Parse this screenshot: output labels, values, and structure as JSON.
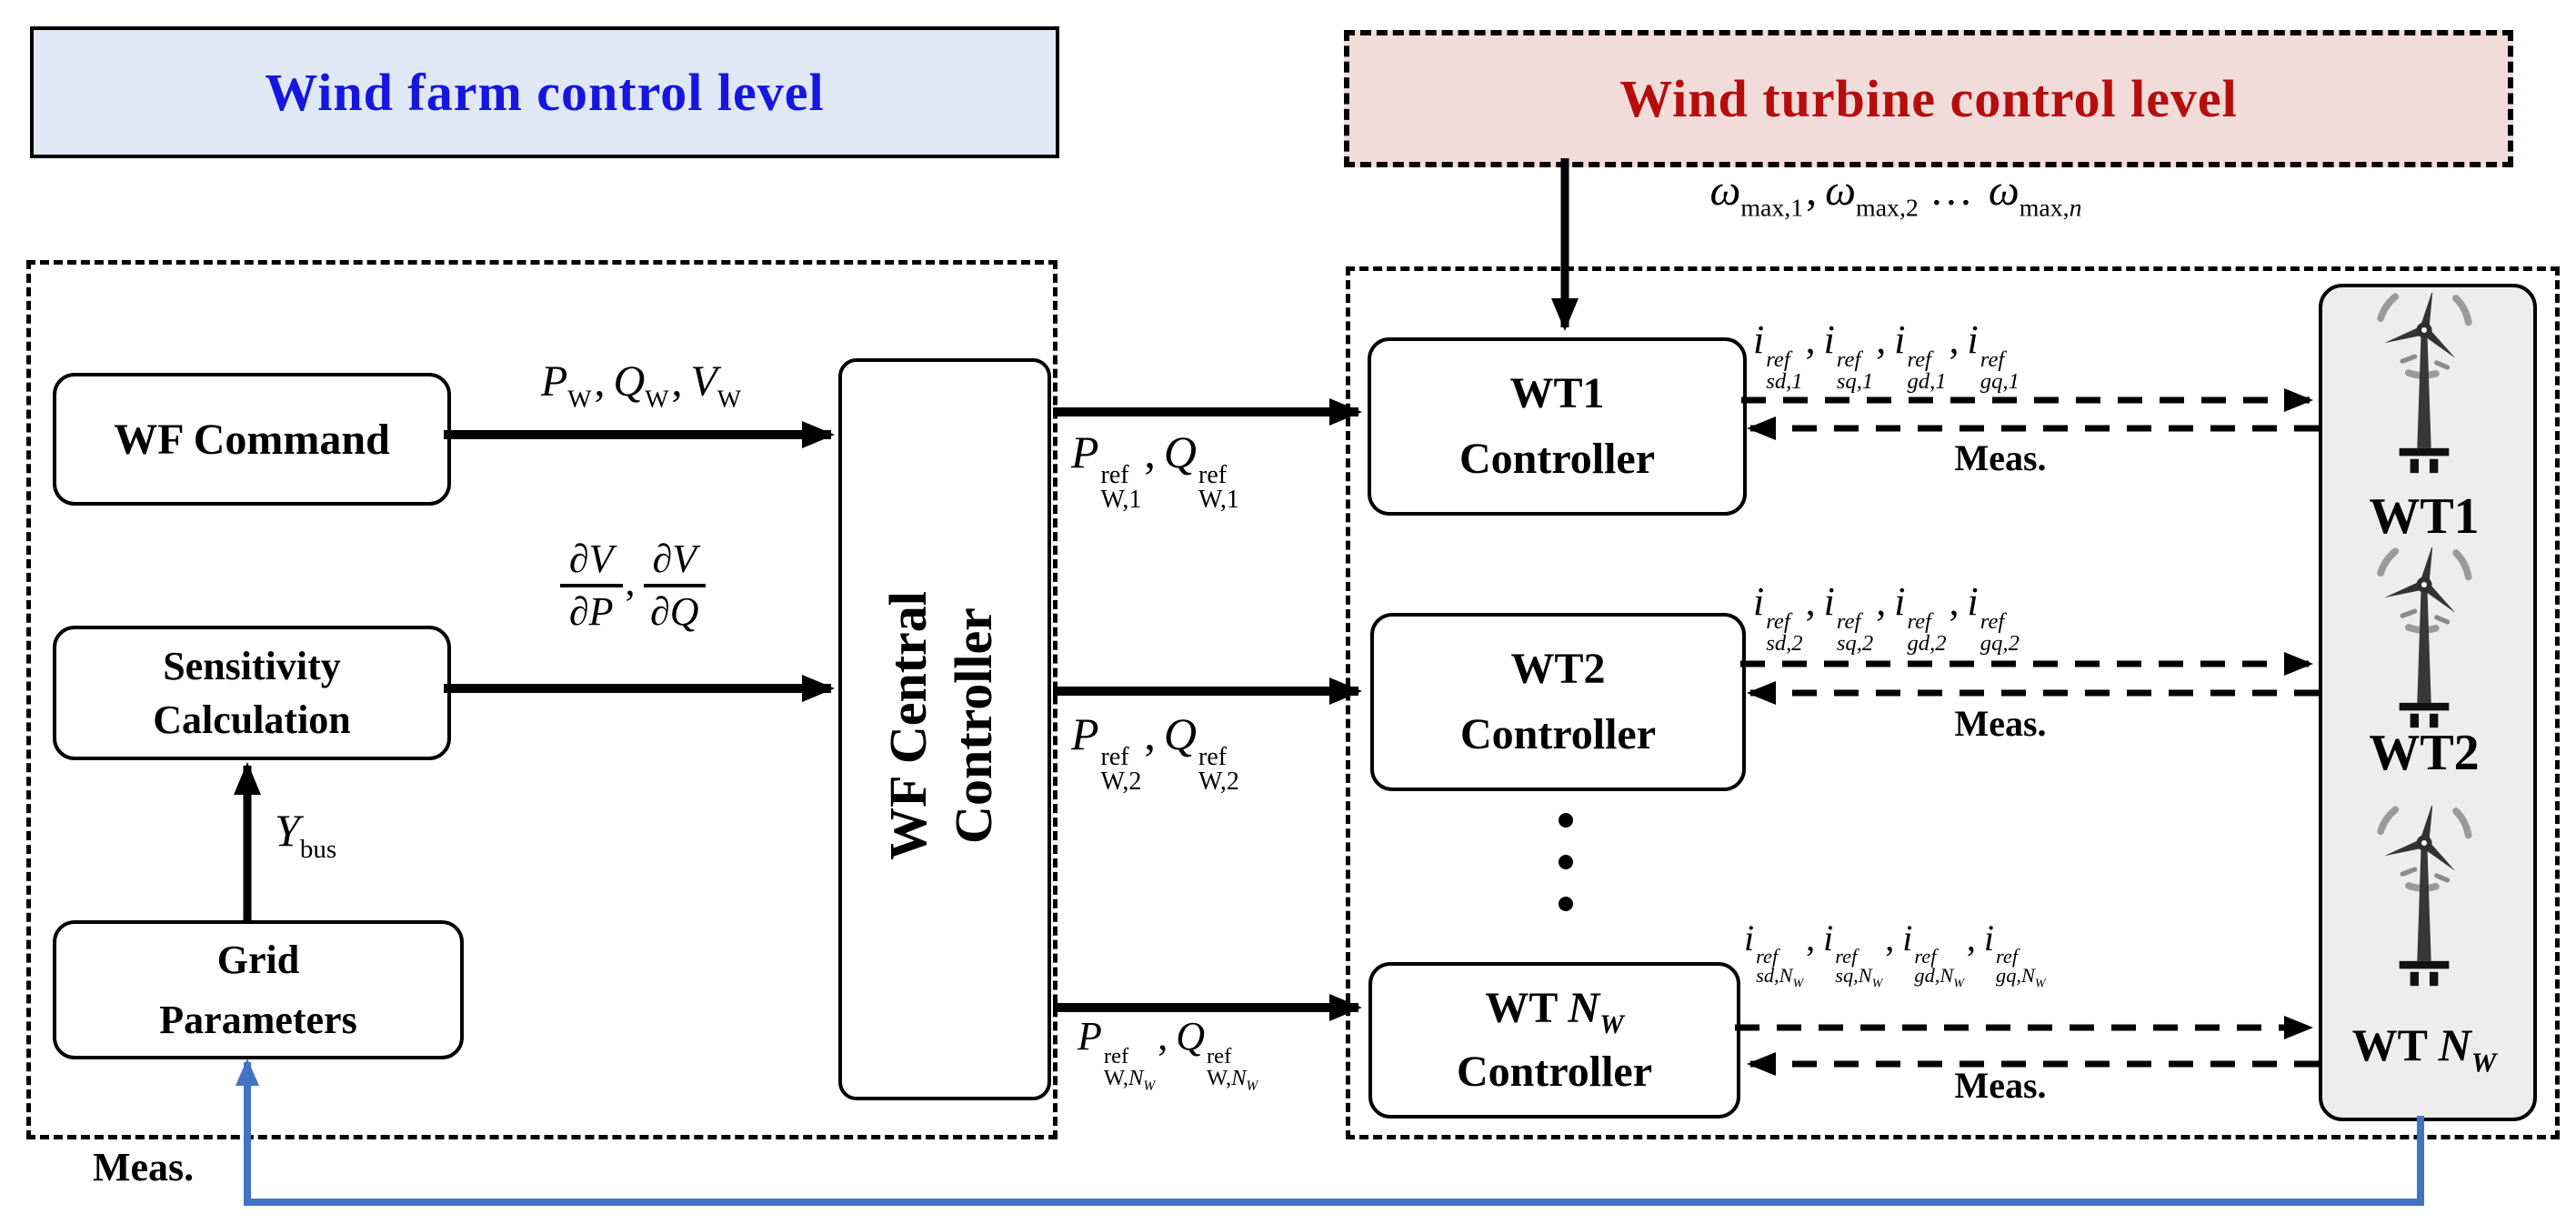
{
  "headers": {
    "wind_farm": "Wind farm control level",
    "wind_turbine": "Wind turbine control level"
  },
  "colors": {
    "farm_fill": "#dfe8f4",
    "farm_text": "#1616e0",
    "turbine_fill": "#f1dcd9",
    "turbine_text": "#b60d0d",
    "column_fill": "#ededed",
    "meas_line": "#4472c4",
    "line_black": "#000000"
  },
  "nodes": {
    "wf_command": "WF Command",
    "sensitivity": [
      "Sensitivity",
      "Calculation"
    ],
    "grid": [
      "Grid",
      "Parameters"
    ],
    "central": [
      "WF Central",
      "Controller"
    ],
    "wt1": [
      "WT1",
      "Controller"
    ],
    "wt2": [
      "WT2",
      "Controller"
    ],
    "wtn": [
      "WT N_W",
      "Controller"
    ]
  },
  "turbine_labels": [
    "WT1",
    "WT2",
    "WT N_W"
  ],
  "meas_label": "Meas.",
  "math": {
    "sup_ref": "ref",
    "pqv": [
      {
        "b": "P",
        "s": "W"
      },
      {
        "b": "Q",
        "s": "W"
      },
      {
        "b": "V",
        "s": "W"
      }
    ],
    "fracs": [
      {
        "num": "∂V",
        "den": "∂P"
      },
      {
        "num": "∂V",
        "den": "∂Q"
      }
    ],
    "ybus": {
      "b": "Y",
      "s": "bus"
    },
    "omega": {
      "b": "ω",
      "subs": [
        "max,1",
        "max,2"
      ],
      "ellipsis": "…",
      "tail_pre": "max,",
      "tail_it": "n"
    },
    "pq_refs": [
      {
        "p": "P",
        "q": "Q",
        "p_sub": "W,1",
        "q_sub": "W,1"
      },
      {
        "p": "P",
        "q": "Q",
        "p_sub": "W,2",
        "q_sub": "W,2"
      },
      {
        "p": "P",
        "q": "Q",
        "p_sub": "W,N_W",
        "q_sub": "W,N_W"
      }
    ],
    "i_rows": [
      {
        "base": "i",
        "subs": [
          "sd,1",
          "sq,1",
          "gd,1",
          "gq,1"
        ]
      },
      {
        "base": "i",
        "subs": [
          "sd,2",
          "sq,2",
          "gd,2",
          "gq,2"
        ]
      },
      {
        "base": "i",
        "subs": [
          "sd,N_W",
          "sq,N_W",
          "gd,N_W",
          "gq,N_W"
        ]
      }
    ]
  }
}
